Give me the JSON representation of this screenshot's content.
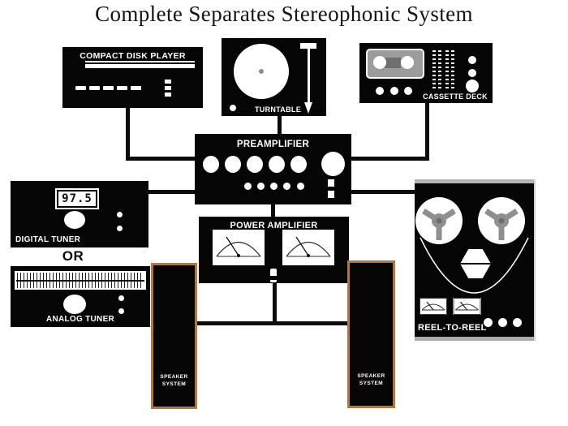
{
  "title": "Complete Separates Stereophonic System",
  "or_label": "OR",
  "components": {
    "cd_player": {
      "label": "COMPACT DISK PLAYER"
    },
    "turntable": {
      "label": "TURNTABLE"
    },
    "cassette_deck": {
      "label": "CASSETTE DECK"
    },
    "preamplifier": {
      "label": "PREAMPLIFIER"
    },
    "digital_tuner": {
      "label": "DIGITAL TUNER",
      "frequency_display": "97.5"
    },
    "analog_tuner": {
      "label": "ANALOG TUNER"
    },
    "power_amplifier": {
      "label": "POWER AMPLIFIER"
    },
    "reel_to_reel": {
      "label": "REEL-TO-REEL"
    },
    "speaker": {
      "line1": "SPEAKER",
      "line2": "SYSTEM"
    }
  },
  "connections": [
    "cd_player to preamplifier",
    "turntable to preamplifier",
    "cassette_deck to preamplifier",
    "digital_tuner or analog_tuner to preamplifier",
    "preamplifier to reel_to_reel",
    "preamplifier to power_amplifier",
    "power_amplifier to speaker_left",
    "power_amplifier to speaker_right"
  ],
  "colors": {
    "background": "#ffffff",
    "component_black": "#050505",
    "label_white": "#ffffff",
    "speaker_trim_brown": "#a97a4c",
    "cassette_gray": "#9c9c9c",
    "reel_hub_gray": "#8f8f8f",
    "metal_trim_gray": "#b5b5b5"
  }
}
